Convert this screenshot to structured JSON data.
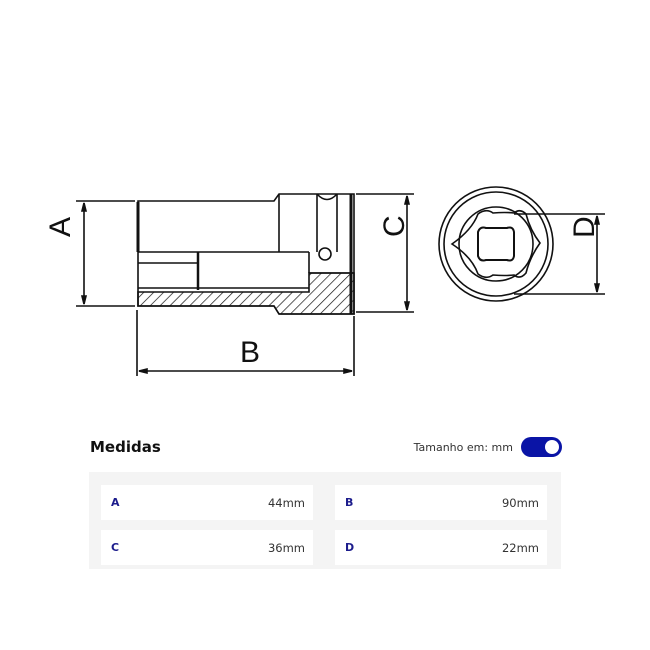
{
  "drawing": {
    "dimension_labels": {
      "a": "A",
      "b": "B",
      "c": "C",
      "d": "D"
    }
  },
  "measures": {
    "title": "Medidas",
    "unit_label": "Tamanho em: mm",
    "unit_toggle_on": true,
    "accent_color": "#0a14a6",
    "cells": [
      {
        "key": "A",
        "value": "44mm"
      },
      {
        "key": "B",
        "value": "90mm"
      },
      {
        "key": "C",
        "value": "36mm"
      },
      {
        "key": "D",
        "value": "22mm"
      }
    ]
  }
}
